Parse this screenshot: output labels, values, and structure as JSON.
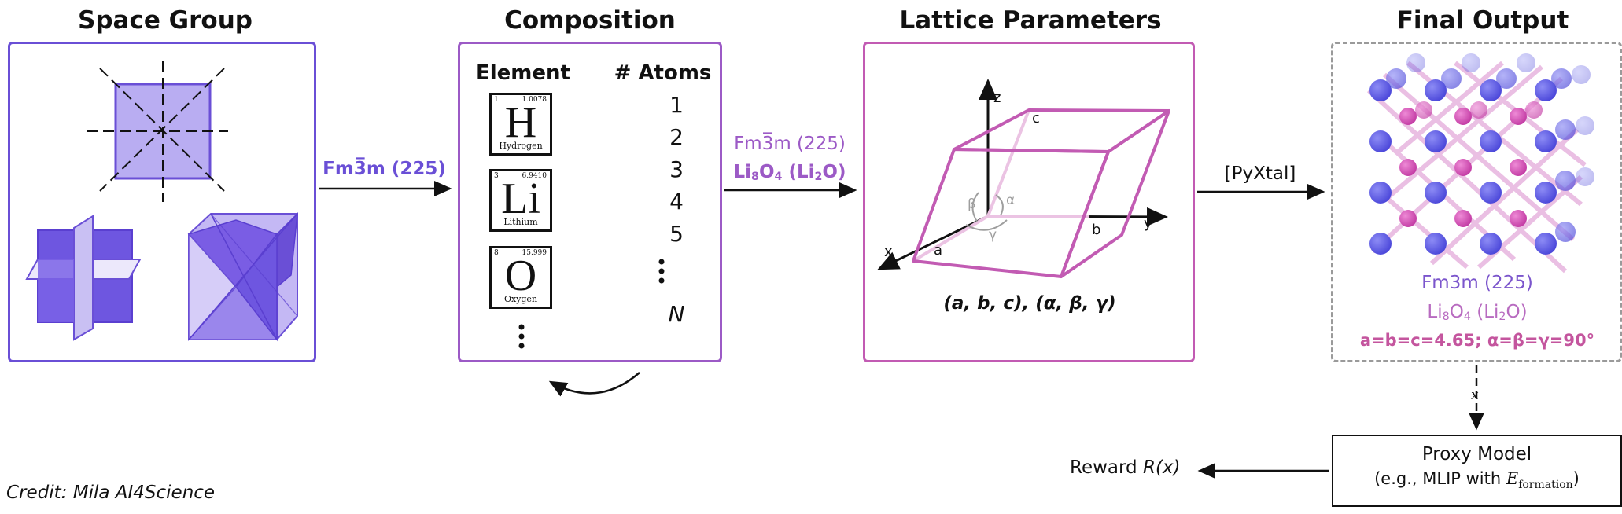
{
  "titles": {
    "space_group": "Space Group",
    "composition": "Composition",
    "lattice": "Lattice Parameters",
    "final": "Final Output"
  },
  "arrow1_label": "Fm3̅m (225)",
  "arrow2_label": "Fm3̅m (225)",
  "arrow2_formula": {
    "main": "Li",
    "n1": "8",
    "mid": "O",
    "n2": "4",
    "paren_open": " (Li",
    "n3": "2",
    "paren_close": "O)"
  },
  "arrow3_label": "[PyXtal]",
  "composition": {
    "col_element": "Element",
    "col_atoms": "# Atoms",
    "elements": [
      {
        "number": "1",
        "mass": "1.0078",
        "symbol": "H",
        "name": "Hydrogen"
      },
      {
        "number": "3",
        "mass": "6.9410",
        "symbol": "Li",
        "name": "Lithium"
      },
      {
        "number": "8",
        "mass": "15.999",
        "symbol": "O",
        "name": "Oxygen"
      }
    ],
    "counts": [
      "1",
      "2",
      "3",
      "4",
      "5"
    ],
    "last_count": "N"
  },
  "lattice": {
    "axis_x": "x",
    "axis_y": "y",
    "axis_z": "z",
    "edge_a": "a",
    "edge_b": "b",
    "edge_c": "c",
    "angle_alpha": "α",
    "angle_beta": "β",
    "angle_gamma": "γ",
    "params_label": "(a, b, c), (α, β, γ)"
  },
  "final": {
    "space_group": "Fm3m (225)",
    "formula": {
      "main": "Li",
      "n1": "8",
      "mid": "O",
      "n2": "4",
      "paren_open": " (Li",
      "n3": "2",
      "paren_close": "O)"
    },
    "params": "a=b=c=4.65; α=β=γ=90°"
  },
  "x_label": "x",
  "proxy": {
    "line1": "Proxy Model",
    "line2_prefix": "(e.g., MLIP with ",
    "line2_var": "E",
    "line2_sub": "formation",
    "line2_suffix": ")"
  },
  "reward": {
    "prefix": "Reward ",
    "func": "R(x)"
  },
  "credit": "Credit: Mila AI4Science",
  "colors": {
    "space_group": "#6a4fd6",
    "composition": "#9c5ac6",
    "lattice": "#c25bb3",
    "final_border": "#9a9a9a",
    "final_text_1": "#7b55cc",
    "final_text_2": "#b86bc0",
    "final_text_3": "#c4559e",
    "blue_atom": "#5a58e6",
    "pink_atom": "#d354b8"
  }
}
